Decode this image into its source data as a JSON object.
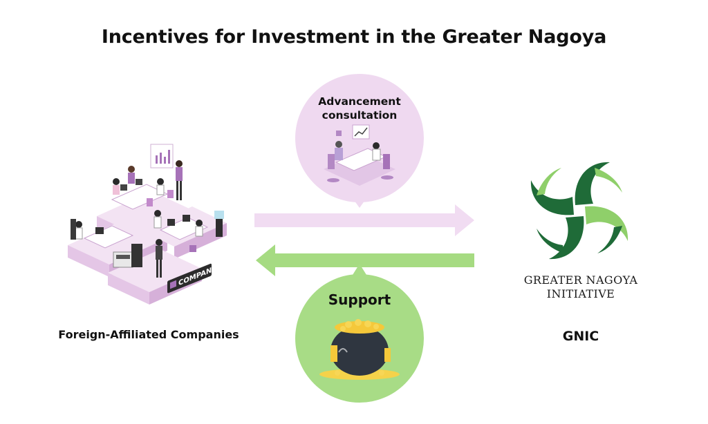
{
  "title": "Incentives for Investment in the Greater Nagoya",
  "left": {
    "caption": "Foreign-Affiliated Companies",
    "sign_text": "COMPANY"
  },
  "right": {
    "caption": "GNIC",
    "logo_line1": "GREATER NAGOYA",
    "logo_line2": "INITIATIVE"
  },
  "flows": {
    "top_label_line1": "Advancement",
    "top_label_line2": "consultation",
    "bottom_label": "Support"
  },
  "colors": {
    "lavender_bubble": "#efd9f0",
    "lavender_arrow": "#f1dcf2",
    "green_bubble": "#a8dc86",
    "green_arrow": "#a6db82",
    "logo_dark_green": "#1f6b38",
    "logo_light_green": "#8fcf6a",
    "illustration_purple": "#a672b8"
  }
}
